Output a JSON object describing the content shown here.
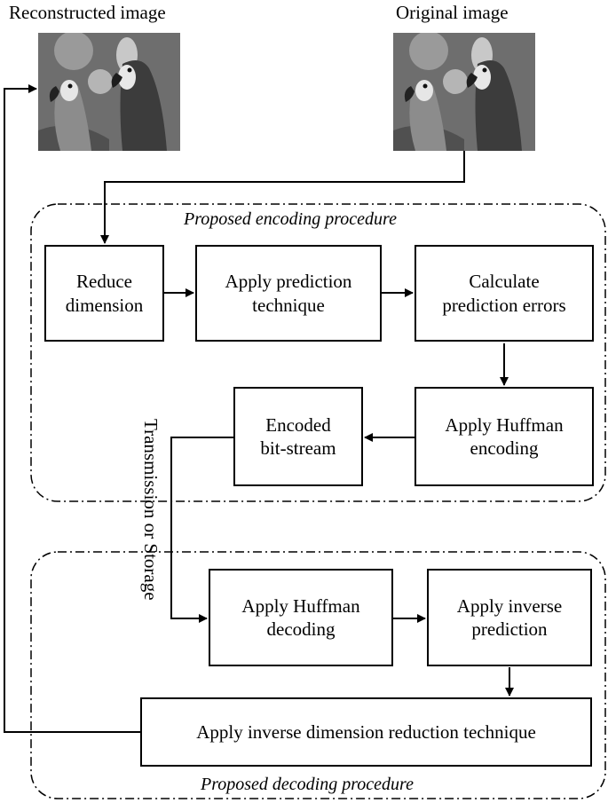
{
  "images": {
    "reconstructed_label": "Reconstructed image",
    "original_label": "Original image"
  },
  "encoding": {
    "title": "Proposed encoding procedure",
    "reduce": "Reduce\ndimension",
    "predict": "Apply prediction\ntechnique",
    "errors": "Calculate\nprediction errors",
    "huffman": "Apply Huffman\nencoding",
    "bitstream": "Encoded\nbit-stream"
  },
  "channel": "Transmission or Storage",
  "decoding": {
    "title": "Proposed decoding procedure",
    "huffman": "Apply Huffman\ndecoding",
    "inverse_prediction": "Apply inverse\nprediction",
    "inverse_dimension": "Apply inverse dimension reduction technique"
  }
}
